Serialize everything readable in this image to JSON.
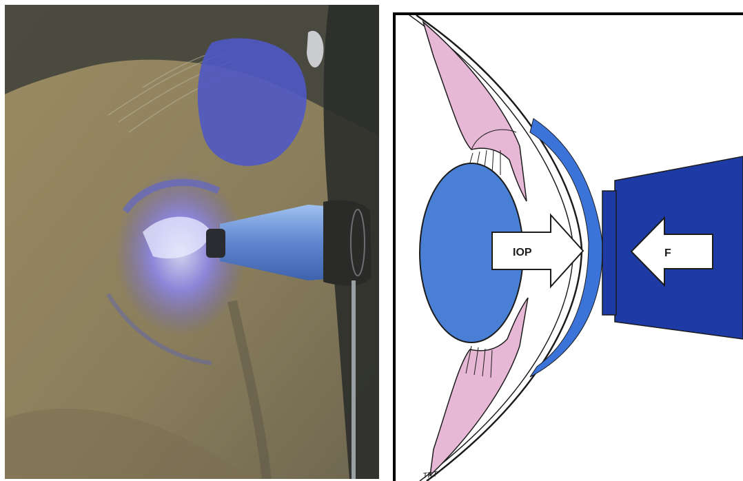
{
  "figure": {
    "left_panel": {
      "content": "photo",
      "colors": {
        "skin": "#8b7f5c",
        "shadow": "#3b3a33",
        "stain": "#5a62d8",
        "probe": "#5f86cf"
      }
    },
    "right_panel": {
      "content": "diagram",
      "labels": {
        "iop": "IOP",
        "force": "F",
        "signature": "TRT"
      },
      "colors": {
        "lens": "#4a7fd6",
        "tissue": "#e7b8d6",
        "cornea": "#3c73d8",
        "probe": "#1e3aa4",
        "outline": "#1b1b1b",
        "arrow_fill": "#ffffff"
      }
    }
  }
}
